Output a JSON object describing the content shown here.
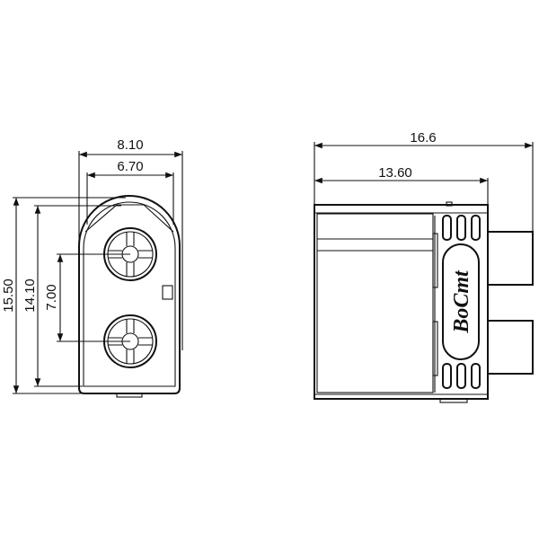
{
  "front_view": {
    "dimensions": {
      "outer_width": "8.10",
      "inner_width": "6.70",
      "outer_height": "15.50",
      "inner_height": "14.10",
      "pin_pitch": "7.00"
    }
  },
  "side_view": {
    "dimensions": {
      "total_length": "16.6",
      "body_length": "13.60"
    },
    "logo_text": "BoCmt"
  },
  "colors": {
    "line": "#111111",
    "background": "#ffffff"
  }
}
